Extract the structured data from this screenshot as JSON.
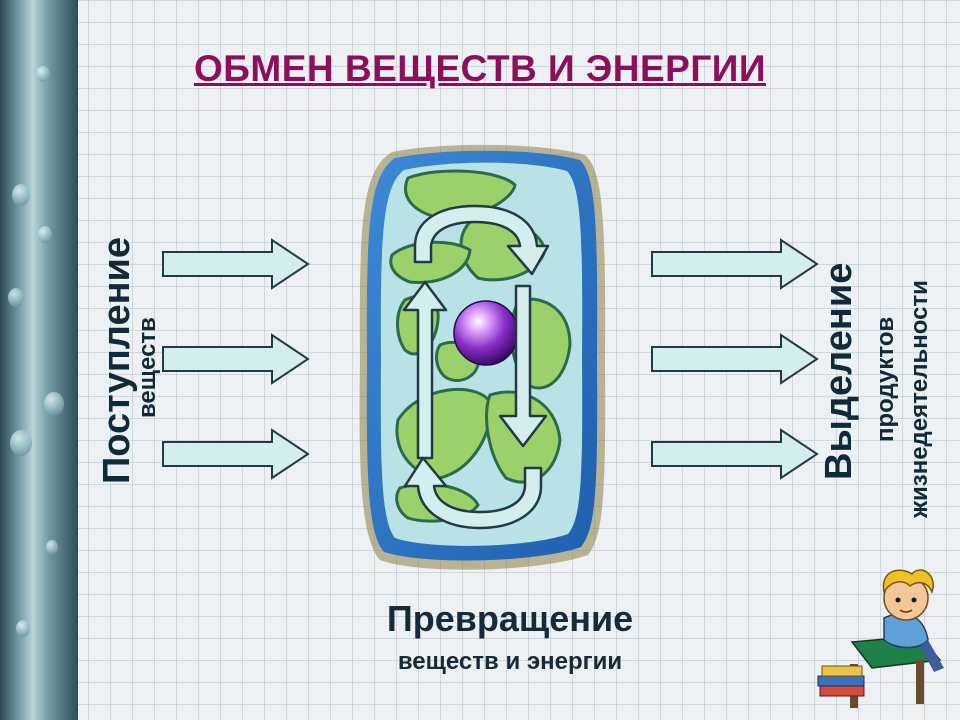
{
  "title": "ОБМЕН ВЕЩЕСТВ И ЭНЕРГИИ",
  "left_label": {
    "main": "Поступление",
    "sub": "веществ"
  },
  "right_label": {
    "main": "Выделение",
    "sub1": "продуктов",
    "sub2": "жизнедеятельности"
  },
  "bottom_label": {
    "main": "Превращение",
    "sub": "веществ и энергии"
  },
  "colors": {
    "title": "#8b0f5a",
    "arrow_fill": "#d4eeee",
    "chloroplast": "#9bd16a",
    "nucleus": "#8a2ec7",
    "cell_wall": "#2f78c9"
  },
  "icons": [
    "input-arrow-icon",
    "output-arrow-icon",
    "cycle-arrow-icon",
    "schoolboy-illustration"
  ]
}
